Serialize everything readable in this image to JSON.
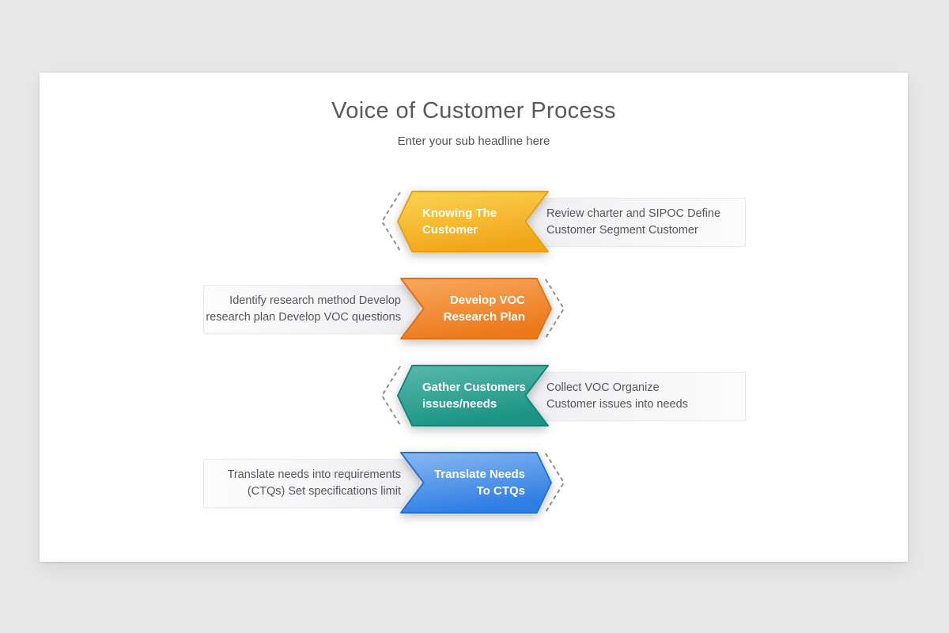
{
  "header": {
    "title": "Voice of Customer Process",
    "subtitle": "Enter your sub headline here"
  },
  "steps": [
    {
      "direction": "left",
      "label_lines": [
        "Knowing The",
        "Customer"
      ],
      "desc_lines": [
        "Review charter and SIPOC Define",
        "Customer Segment Customer"
      ],
      "colors": {
        "light": "#fcd452",
        "dark": "#f1a61a",
        "edge": "#e9a00c"
      }
    },
    {
      "direction": "right",
      "label_lines": [
        "Develop VOC",
        "Research Plan"
      ],
      "desc_lines": [
        "Identify research method Develop",
        "research plan Develop VOC questions"
      ],
      "colors": {
        "light": "#f9a85e",
        "dark": "#ec7a1c",
        "edge": "#e26f12"
      }
    },
    {
      "direction": "left",
      "label_lines": [
        "Gather Customers",
        "issues/needs"
      ],
      "desc_lines": [
        "Collect VOC Organize",
        "Customer issues into needs"
      ],
      "colors": {
        "light": "#59b9aa",
        "dark": "#1b9485",
        "edge": "#12857a"
      }
    },
    {
      "direction": "right",
      "label_lines": [
        "Translate Needs",
        "To CTQs"
      ],
      "desc_lines": [
        "Translate needs into requirements",
        "(CTQs) Set specifications limit"
      ],
      "colors": {
        "light": "#8ab8f0",
        "dark": "#2e7ee4",
        "edge": "#2471d4"
      }
    }
  ],
  "style": {
    "background": "#e8e8e8",
    "card_background": "#ffffff",
    "dash_color": "#8f8f8f"
  }
}
